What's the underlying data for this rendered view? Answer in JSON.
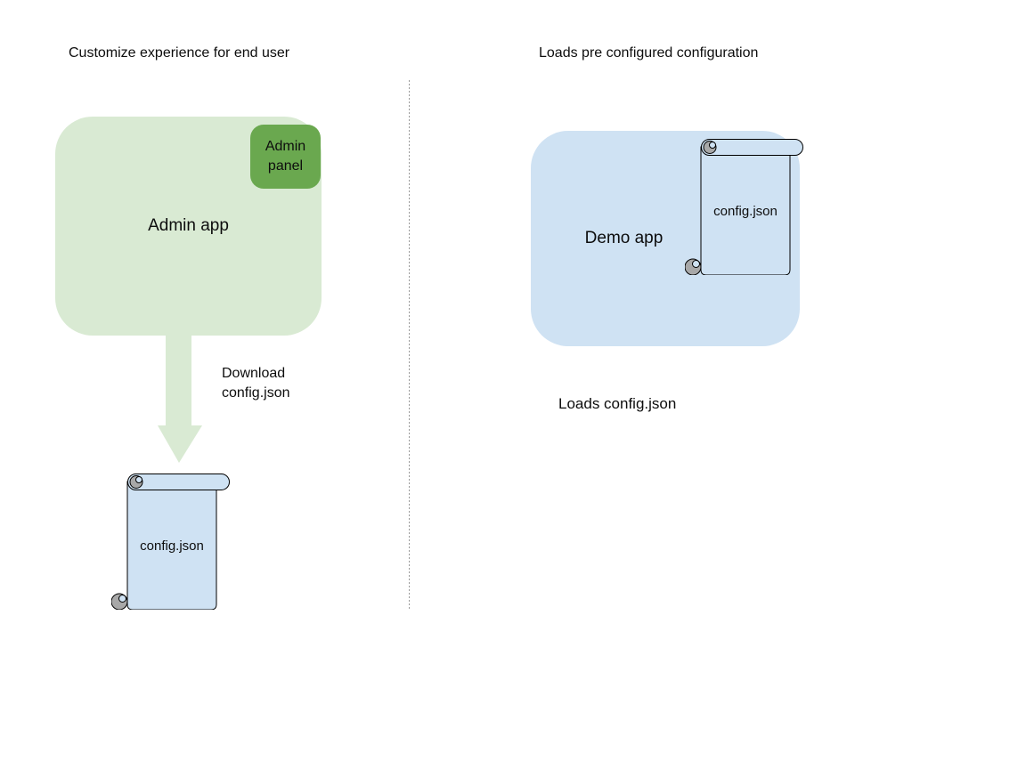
{
  "left_panel": {
    "title": "Customize experience for end user",
    "admin_app": {
      "label": "Admin app"
    },
    "admin_panel": {
      "label": "Admin panel",
      "label_lines": [
        "Admin",
        "panel"
      ]
    },
    "download_arrow": {
      "label": "Download config.json",
      "label_lines": [
        "Download",
        "config.json"
      ]
    },
    "config_file": {
      "label": "config.json"
    }
  },
  "right_panel": {
    "title": "Loads pre configured configuration",
    "demo_app": {
      "label": "Demo app"
    },
    "config_file": {
      "label": "config.json"
    },
    "caption": "Loads config.json"
  },
  "colors": {
    "background": "#ffffff",
    "text": "#0d0d0d",
    "app_box_green": "#d9ead3",
    "panel_green": "#6aa84f",
    "app_box_blue": "#cfe2f3",
    "scroll_fill": "#cfe2f3",
    "scroll_curl_gray": "#a8a8a8",
    "outline_black": "#000000",
    "divider_gray": "#9b9b9b"
  }
}
